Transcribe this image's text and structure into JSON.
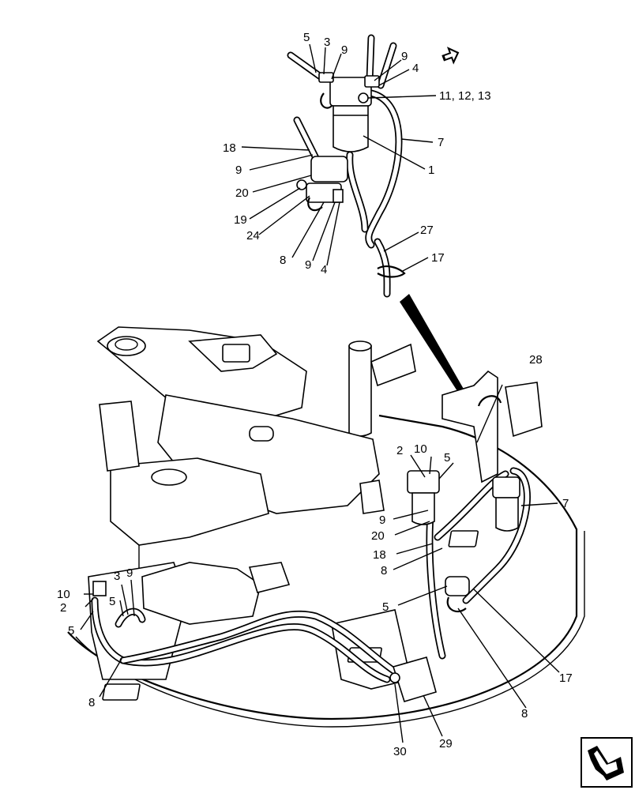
{
  "callouts": [
    {
      "id": "c-5-top",
      "text": "5"
    },
    {
      "id": "c-3-top",
      "text": "3"
    },
    {
      "id": "c-9-top-a",
      "text": "9"
    },
    {
      "id": "c-9-top-b",
      "text": "9"
    },
    {
      "id": "c-4-top",
      "text": "4"
    },
    {
      "id": "c-11-12-13",
      "text": "11, 12, 13"
    },
    {
      "id": "c-7-top",
      "text": "7"
    },
    {
      "id": "c-1",
      "text": "1"
    },
    {
      "id": "c-18-top",
      "text": "18"
    },
    {
      "id": "c-9-mid",
      "text": "9"
    },
    {
      "id": "c-20-top",
      "text": "20"
    },
    {
      "id": "c-19",
      "text": "19"
    },
    {
      "id": "c-24",
      "text": "24"
    },
    {
      "id": "c-8-top",
      "text": "8"
    },
    {
      "id": "c-9-low",
      "text": "9"
    },
    {
      "id": "c-4-low",
      "text": "4"
    },
    {
      "id": "c-27",
      "text": "27"
    },
    {
      "id": "c-17-top",
      "text": "17"
    },
    {
      "id": "c-28",
      "text": "28"
    },
    {
      "id": "c-2-right",
      "text": "2"
    },
    {
      "id": "c-10-right",
      "text": "10"
    },
    {
      "id": "c-5-right",
      "text": "5"
    },
    {
      "id": "c-7-right",
      "text": "7"
    },
    {
      "id": "c-9-right",
      "text": "9"
    },
    {
      "id": "c-20-right",
      "text": "20"
    },
    {
      "id": "c-18-right",
      "text": "18"
    },
    {
      "id": "c-8-right",
      "text": "8"
    },
    {
      "id": "c-5-center",
      "text": "5"
    },
    {
      "id": "c-17-right",
      "text": "17"
    },
    {
      "id": "c-8-lower-right",
      "text": "8"
    },
    {
      "id": "c-3-left",
      "text": "3"
    },
    {
      "id": "c-9-left",
      "text": "9"
    },
    {
      "id": "c-10-left",
      "text": "10"
    },
    {
      "id": "c-5-left-a",
      "text": "5"
    },
    {
      "id": "c-2-left",
      "text": "2"
    },
    {
      "id": "c-5-left-b",
      "text": "5"
    },
    {
      "id": "c-8-left",
      "text": "8"
    },
    {
      "id": "c-30",
      "text": "30"
    },
    {
      "id": "c-29",
      "text": "29"
    }
  ],
  "icons": {
    "top": "direction-arrow-icon",
    "bottom": "page-turn-arrow-icon"
  },
  "colors": {
    "ink": "#000000",
    "paper": "#ffffff"
  }
}
